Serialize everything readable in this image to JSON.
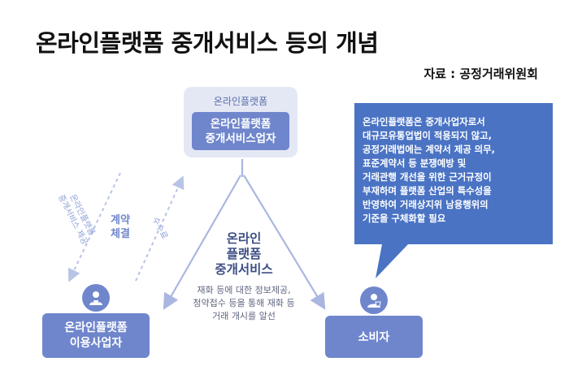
{
  "title": "온라인플랫폼 중개서비스 등의 개념",
  "source": "자료 : 공정거래위원회",
  "diagram": {
    "platform_card": {
      "header": "온라인플랫폼",
      "name": "온라인플랫폼\n중개서비스업자"
    },
    "user_business": "온라인플랫폼\n이용사업자",
    "consumer": "소비자",
    "center_label": "온라인\n플랫폼\n중개서비스",
    "center_description": "재화 등에 대한 정보제공,\n청약접수 등을 통해 재화 등\n거래 개시를 알선",
    "contract_label": "계약\n체결",
    "left_arrow_text": "온라인플랫폼\n중개서비스 제공",
    "fee_text": "수수료"
  },
  "callout": {
    "text": "온라인플랫폼은 중개사업자로서\n대규모유통업법이 적용되지 않고,\n공정거래법에는 계약서 제공 의무,\n표준계약서 등 분쟁예방 및\n거래관행 개선을 위한 근거규정이\n부재하며 플랫폼 산업의 특수성을\n반영하여 거래상지위 남용행위의\n기준을 구체화할 필요"
  },
  "colors": {
    "primary": "#6f86cc",
    "light": "#e4e8f5",
    "callout": "#4a73c4",
    "triangle": "#a9b7e0"
  }
}
